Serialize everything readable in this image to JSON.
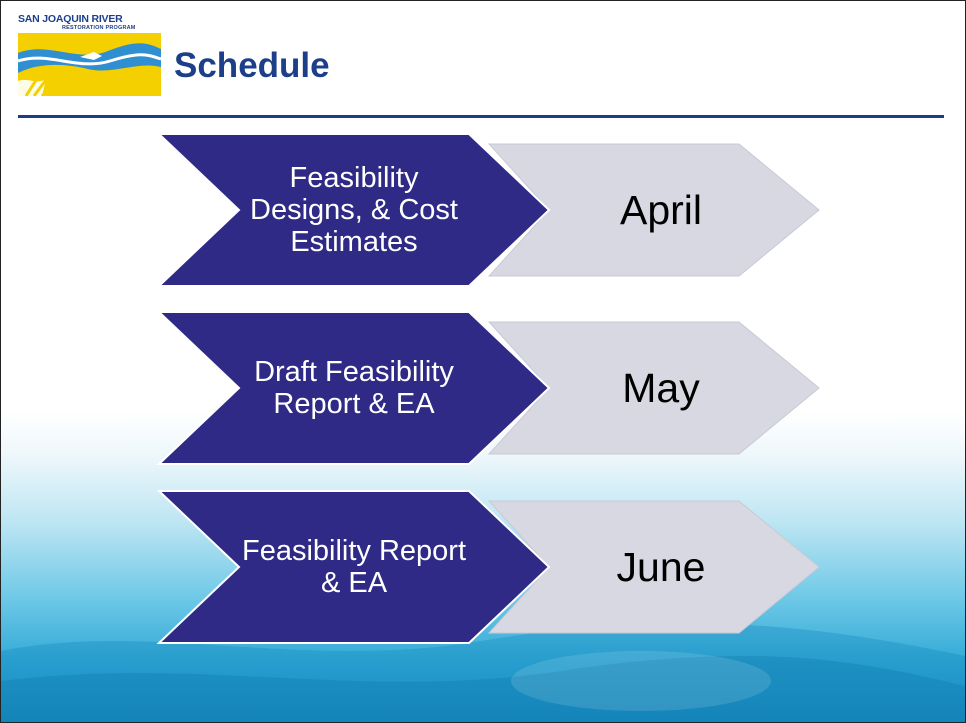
{
  "header": {
    "logo_title": "SAN JOAQUIN RIVER",
    "logo_subtitle": "RESTORATION PROGRAM",
    "slide_title": "Schedule"
  },
  "colors": {
    "title": "#1d3f8a",
    "rule": "#1d3b87",
    "stage_fill": "#2e2a86",
    "date_fill": "#d8d8e2",
    "logo_yellow": "#f4d000",
    "logo_blue": "#2f8fd0"
  },
  "schedule": [
    {
      "stage": "Feasibility Designs, & Cost Estimates",
      "date": "April"
    },
    {
      "stage": "Draft Feasibility Report & EA",
      "date": "May"
    },
    {
      "stage": "Feasibility Report & EA",
      "date": "June"
    }
  ]
}
